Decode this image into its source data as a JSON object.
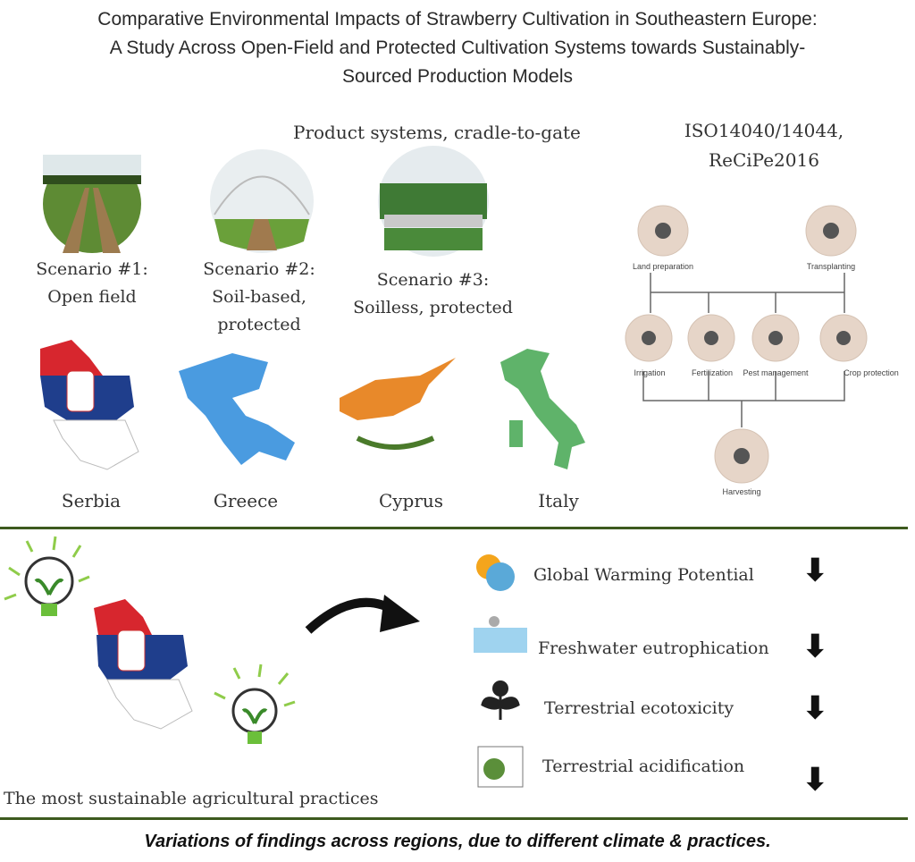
{
  "title": {
    "line1": "Comparative Environmental Impacts of Strawberry Cultivation in Southeastern Europe:",
    "line2": "A Study Across Open-Field and Protected Cultivation Systems towards Sustainably-",
    "line3": "Sourced Production Models"
  },
  "product_systems": "Product systems, cradle-to-gate",
  "standards": {
    "line1": "ISO14040/14044,",
    "line2": "ReCiPe2016"
  },
  "scenarios": [
    {
      "line1": "Scenario #1:",
      "line2": "Open field"
    },
    {
      "line1": "Scenario #2:",
      "line2": "Soil-based,",
      "line3": "protected"
    },
    {
      "line1": "Scenario #3:",
      "line2": "Soilless, protected"
    }
  ],
  "countries": [
    "Serbia",
    "Greece",
    "Cyprus",
    "Italy"
  ],
  "flow": {
    "land_preparation": "Land preparation",
    "transplanting": "Transplanting",
    "irrigation": "Irrigation",
    "fertilization": "Fertilization",
    "pest_management": "Pest management",
    "crop_protection": "Crop protection",
    "harvesting": "Harvesting"
  },
  "impacts": [
    "Global Warming Potential",
    "Freshwater eutrophication",
    "Terrestrial ecotoxicity",
    "Terrestrial acidification"
  ],
  "sustainable_label": "The most sustainable agricultural practices",
  "footer": "Variations of findings across regions, due to different climate & practices.",
  "colors": {
    "rule": "#3d5a1e",
    "flow_circle": "#e6d5c8",
    "serbia_red": "#d7262e",
    "serbia_blue": "#1f3e8c",
    "greece": "#4a9be0",
    "cyprus": "#e8892a",
    "italy": "#5fb36a"
  }
}
